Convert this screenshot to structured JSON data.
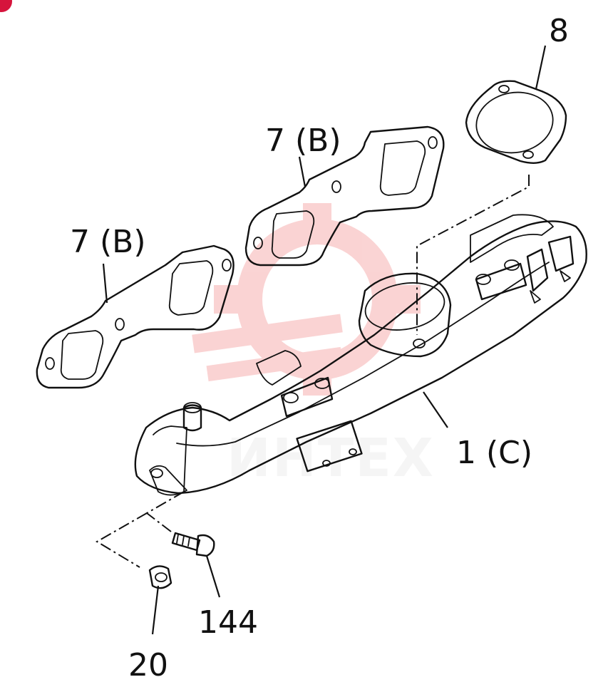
{
  "diagram": {
    "callouts": {
      "part_8": "8",
      "part_7b_upper": "7 (B)",
      "part_7b_lower": "7 (B)",
      "part_1c": "1 (C)",
      "part_144": "144",
      "part_20": "20"
    },
    "watermark": {
      "text": "ИНТЕХ",
      "color": "#f4a0a0"
    },
    "colors": {
      "line": "#111111",
      "badge": "#d6143c"
    }
  }
}
